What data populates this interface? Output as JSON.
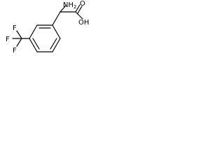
{
  "molecule": {
    "labels": {
      "amine": "NH",
      "amine_subscript": "2",
      "acid": "OH",
      "acid_carbonyl": "O",
      "trifluoromethyl": "F",
      "trifluoromethyl_top": "F",
      "trifluoromethyl_bottom": "F"
    }
  }
}
